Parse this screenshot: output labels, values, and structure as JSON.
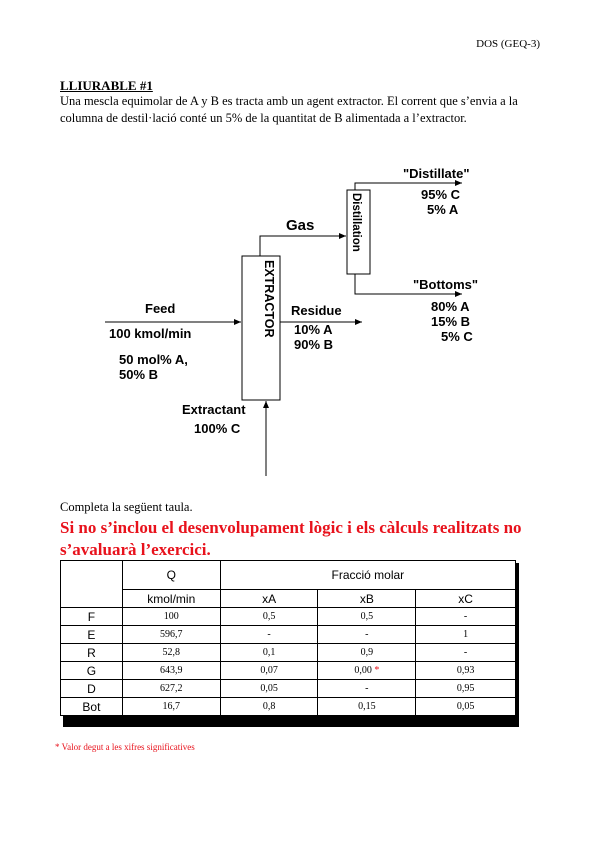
{
  "header": {
    "code": "DOS  (GEQ-3)"
  },
  "exercise": {
    "title": "LLIURABLE  #1",
    "intro": "Una mescla equimolar de A y B es tracta amb un agent extractor. El corrent que s’envia a la columna de destil·lació conté un 5% de la quantitat de B alimentada a l’extractor."
  },
  "diagram": {
    "extractor": "EXTRACTOR",
    "distillation": "Distillation",
    "gas": "Gas",
    "feed": {
      "label": "Feed",
      "flow": "100 kmol/min",
      "comp1": "50 mol% A,",
      "comp2": "50% B"
    },
    "residue": {
      "label": "Residue",
      "comp1": "10% A",
      "comp2": "90% B"
    },
    "extractant": {
      "label": "Extractant",
      "comp": "100% C"
    },
    "distillate": {
      "label": "\"Distillate\"",
      "comp1": "95% C",
      "comp2": "5% A"
    },
    "bottoms": {
      "label": "\"Bottoms\"",
      "comp1": "80% A",
      "comp2": "15% B",
      "comp3": "5% C"
    }
  },
  "completa": "Completa la següent taula.",
  "warning": "Si no s’inclou el desenvolupament lògic i els càlculs realitzats no s’avaluarà l’exercici.",
  "table": {
    "header": {
      "q": "Q",
      "frac": "Fracció molar",
      "unit": "kmol/min",
      "xa": "xA",
      "xb": "xB",
      "xc": "xC"
    },
    "rows": [
      {
        "label": "F",
        "q": "100",
        "xa": "0,5",
        "xb": "0,5",
        "xc": "-"
      },
      {
        "label": "E",
        "q": "596,7",
        "xa": "-",
        "xb": "-",
        "xc": "1"
      },
      {
        "label": "R",
        "q": "52,8",
        "xa": "0,1",
        "xb": "0,9",
        "xc": "-"
      },
      {
        "label": "G",
        "q": "643,9",
        "xa": "0,07",
        "xb": "0,00",
        "xb_mark": "*",
        "xc": "0,93"
      },
      {
        "label": "D",
        "q": "627,2",
        "xa": "0,05",
        "xb": "-",
        "xc": "0,95"
      },
      {
        "label": "Bot",
        "q": "16,7",
        "xa": "0,8",
        "xb": "0,15",
        "xc": "0,05"
      }
    ]
  },
  "footnote": "* Valor degut a les xifres significatives",
  "colors": {
    "warning": "#e8121c"
  }
}
